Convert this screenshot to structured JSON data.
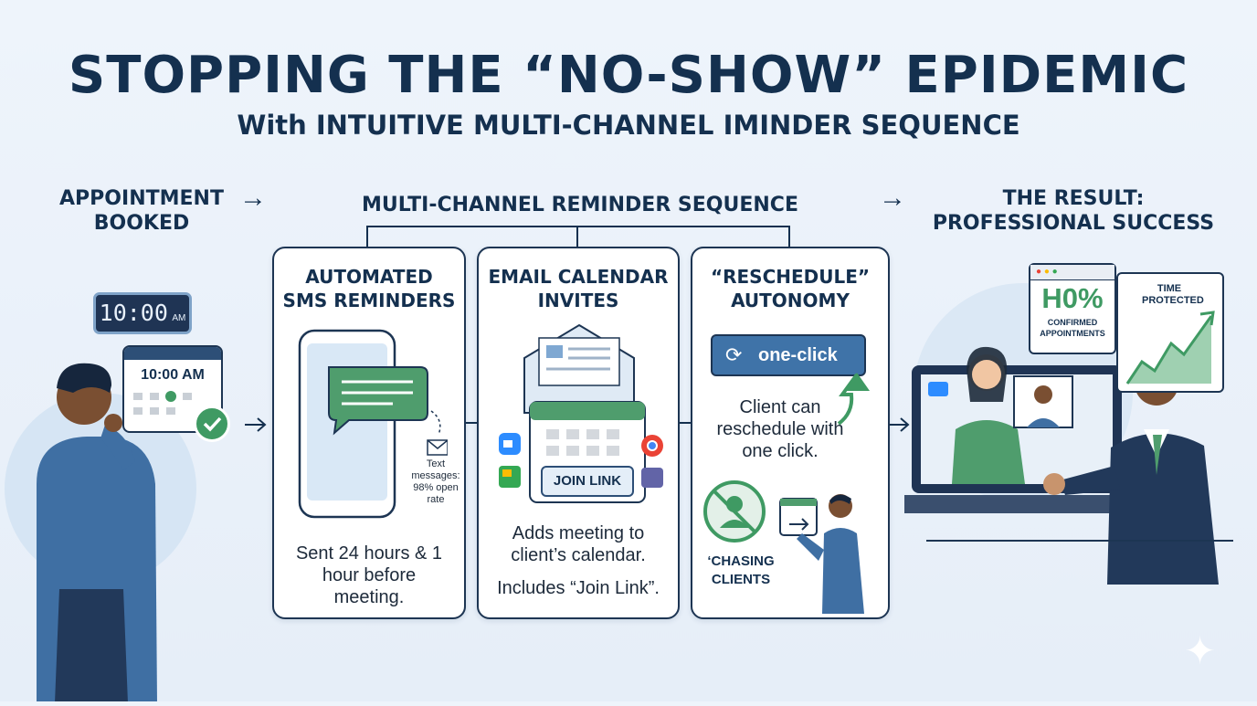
{
  "header": {
    "title": "STOPPING THE “NO-SHOW” EPIDEMIC",
    "subtitle": "With INTUITIVE MULTI-CHANNEL IMINDER SEQUENCE"
  },
  "flow": {
    "left_label": "APPOINTMENT BOOKED",
    "middle_label": "MULTI-CHANNEL REMINDER SEQUENCE",
    "right_label_line1": "THE RESULT:",
    "right_label_line2": "PROFESSIONAL SUCCESS",
    "arrow": "→"
  },
  "booked": {
    "clock_time": "10:00",
    "clock_ampm": "AM",
    "calendar_time": "10:00 AM"
  },
  "cards": {
    "sms": {
      "title_line1": "AUTOMATED",
      "title_line2": "SMS REMINDERS",
      "note": "Text messages: 98% open rate",
      "description": "Sent 24 hours & 1 hour before meeting."
    },
    "email": {
      "title_line1": "EMAIL CALENDAR",
      "title_line2": "INVITES",
      "join_button": "JOIN LINK",
      "description1": "Adds meeting to client’s calendar.",
      "description2": "Includes “Join Link”."
    },
    "reschedule": {
      "title_line1": "“RESCHEDULE”",
      "title_line2": "AUTONOMY",
      "button": "one-click",
      "description": "Client can reschedule with one click.",
      "no_chasing": "‘CHASING CLIENTS"
    }
  },
  "result": {
    "stat_value": "H0%",
    "stat_label": "CONFIRMED APPOINTMENTS",
    "time_label": "TIME PROTECTED"
  },
  "colors": {
    "navy": "#14304f",
    "blue": "#3f73a8",
    "green": "#3f9a63",
    "light_blue": "#dce9f6"
  }
}
